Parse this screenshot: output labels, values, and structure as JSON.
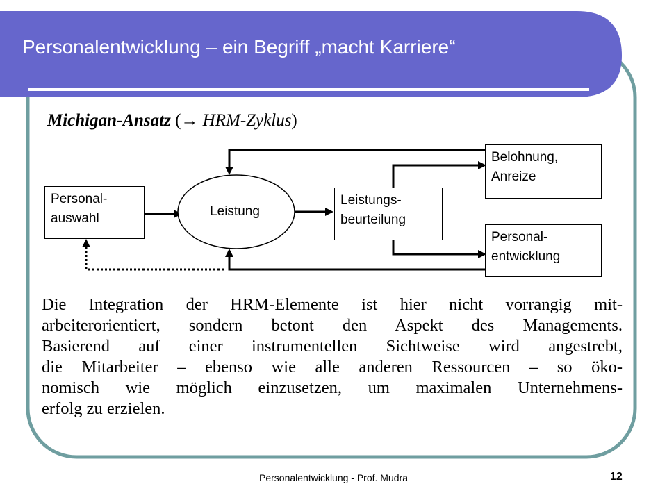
{
  "slide": {
    "title": "Personalentwicklung – ein Begriff „macht Karriere“",
    "subtitle_bold": "Michigan-Ansatz",
    "subtitle_open": " (",
    "subtitle_arrow": "→",
    "subtitle_italic": " HRM-Zyklus",
    "subtitle_close": ")",
    "diagram": {
      "personalauswahl": [
        "Personal-",
        "auswahl"
      ],
      "leistung": "Leistung",
      "leistungsbeurteilung": [
        "Leistungs-",
        "beurteilung"
      ],
      "belohnung": [
        "Belohnung,",
        "Anreize"
      ],
      "personalentwicklung": [
        "Personal-",
        "entwicklung"
      ]
    },
    "body_lines": [
      "Die Integration der HRM-Elemente ist hier nicht vorrangig mit-",
      "arbeiterorientiert, sondern betont den Aspekt des Managements.",
      "Basierend auf einer instrumentellen Sichtweise wird angestrebt,",
      "die Mitarbeiter – ebenso wie alle anderen Ressourcen – so öko-",
      "nomisch wie möglich einzusetzen, um maximalen Unternehmens-",
      "erfolg zu erzielen."
    ],
    "footer": "Personalentwicklung - Prof. Mudra",
    "page_number": "12"
  },
  "colors": {
    "title_band": "#6666cc",
    "frame_border": "#6f9ea0",
    "line": "#000000"
  }
}
